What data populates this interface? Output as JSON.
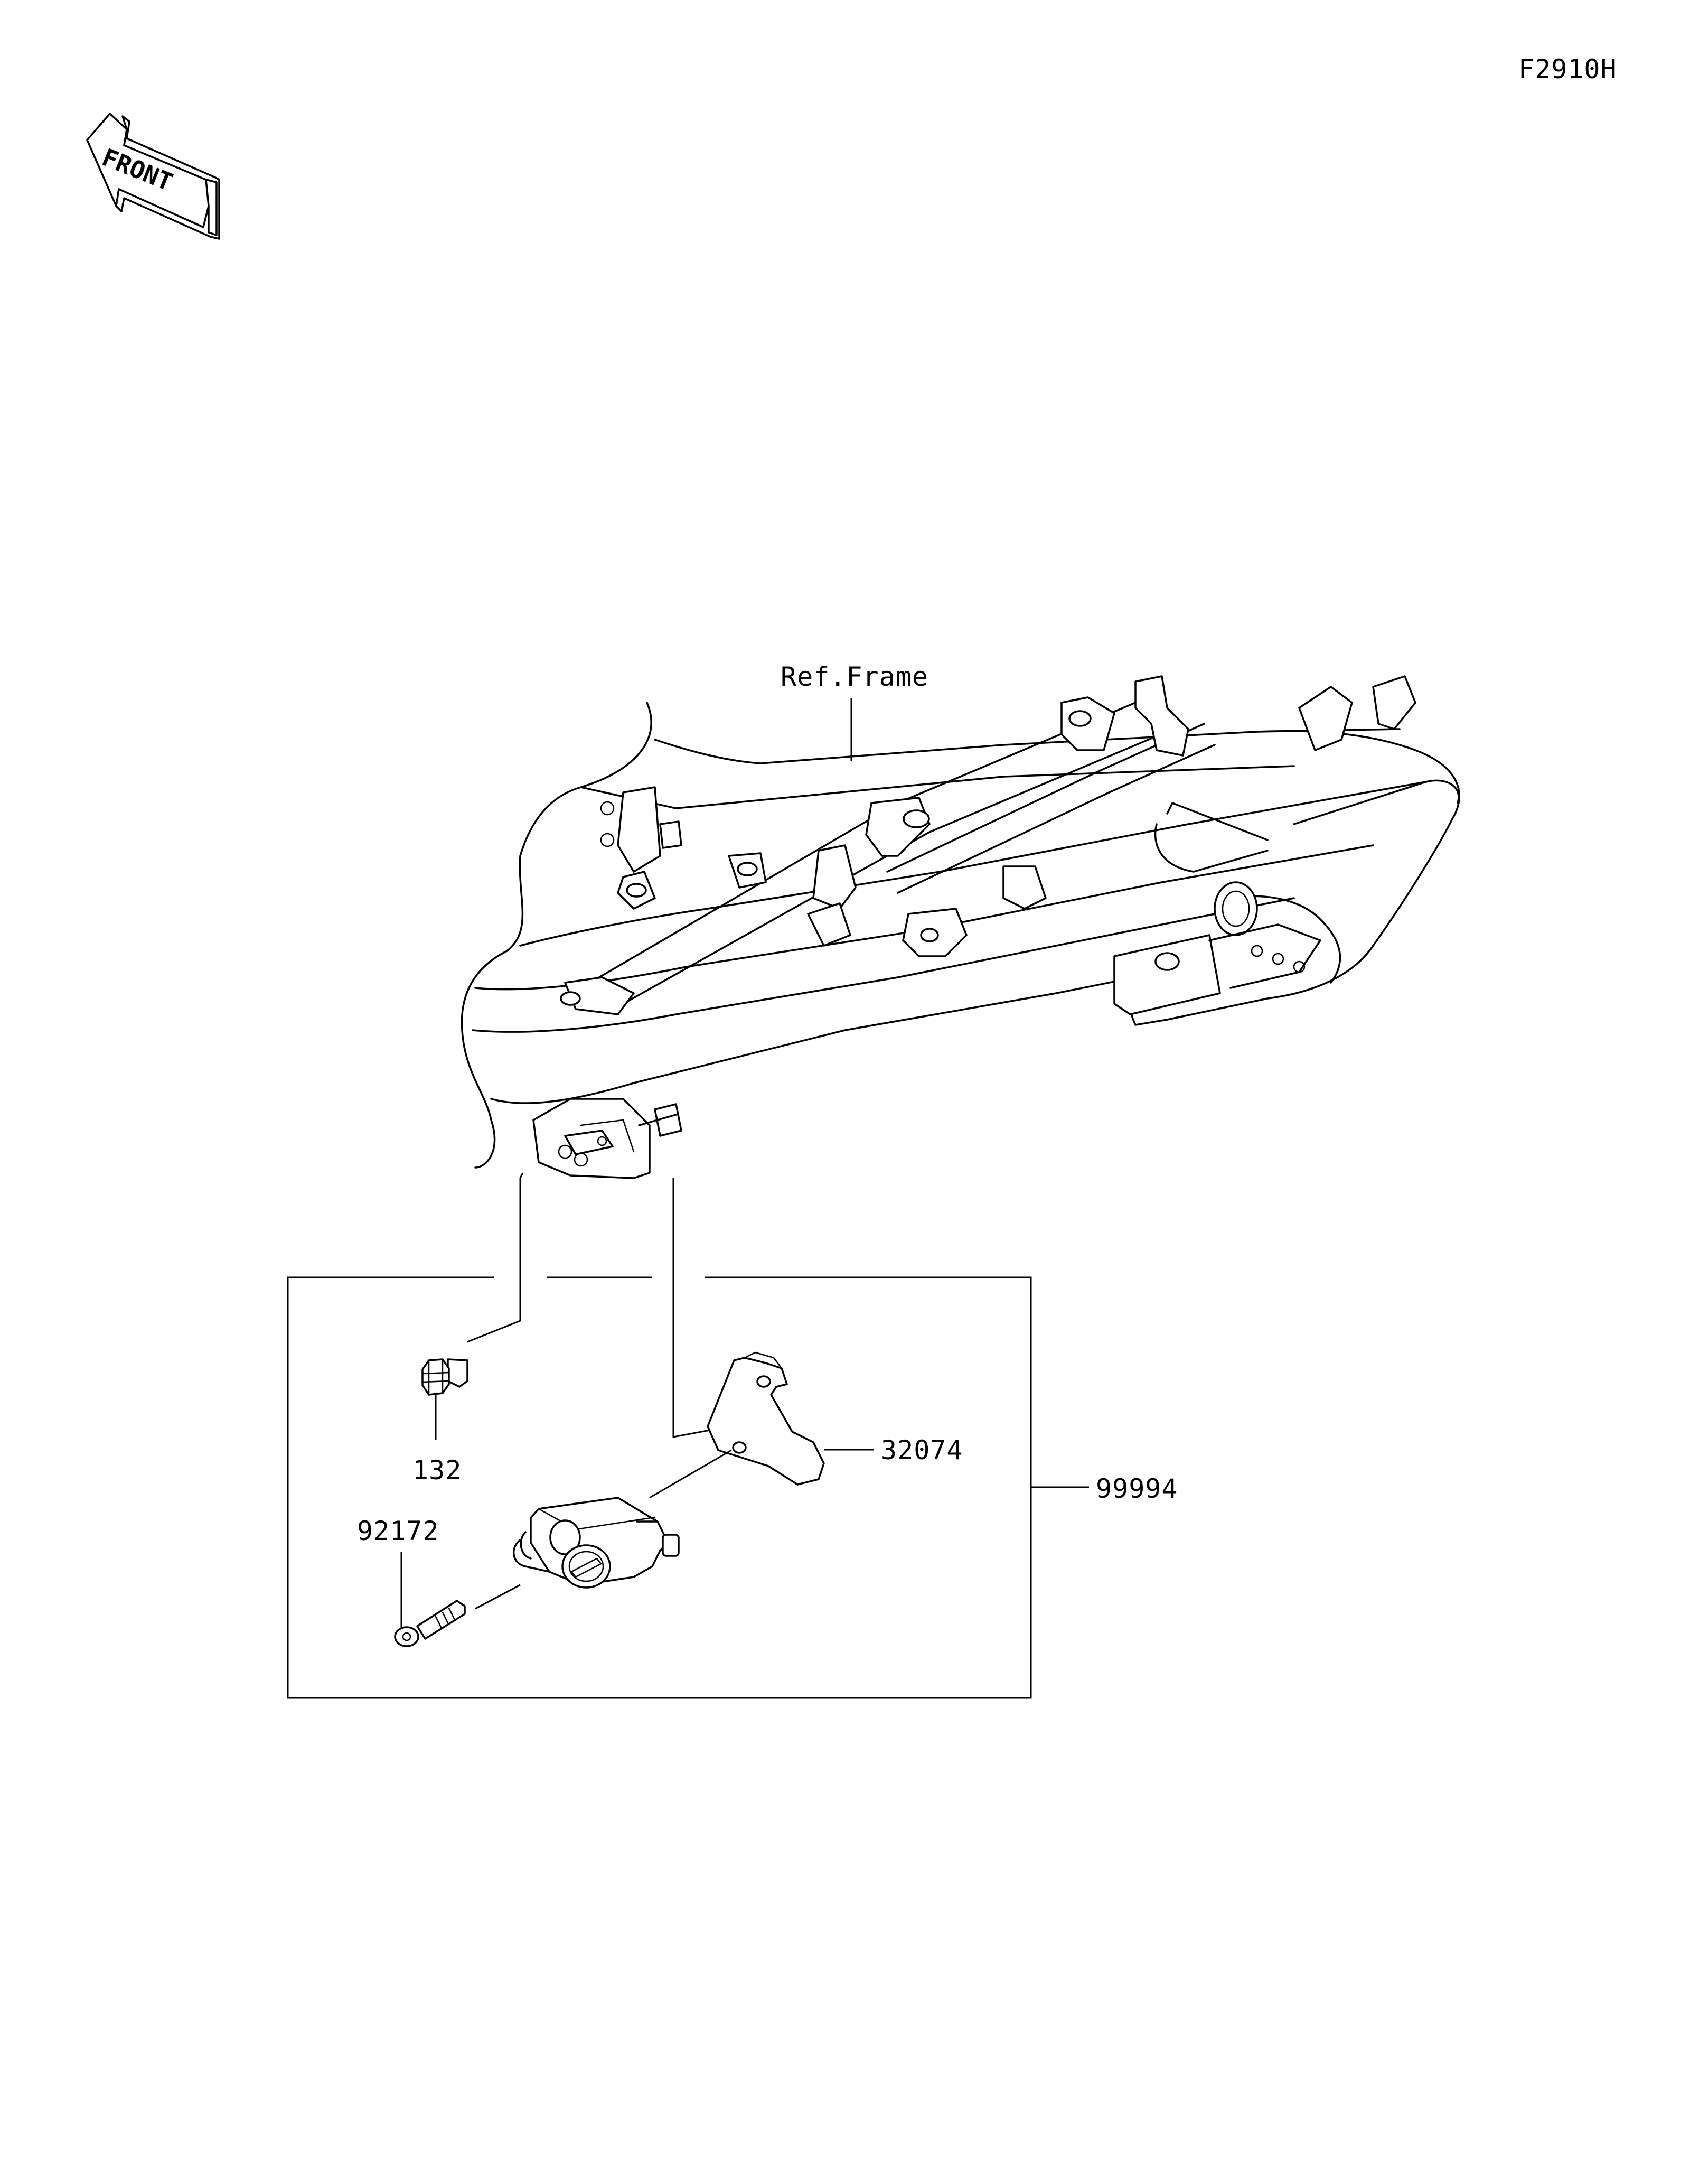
{
  "diagram_code": "F2910H",
  "front_label": "FRONT",
  "ref_frame_label": "Ref.Frame",
  "parts": {
    "bolt": "132",
    "bracket": "32074",
    "kit": "99994",
    "pin": "92172"
  },
  "icons": {
    "front_arrow": "front-arrow-icon"
  }
}
